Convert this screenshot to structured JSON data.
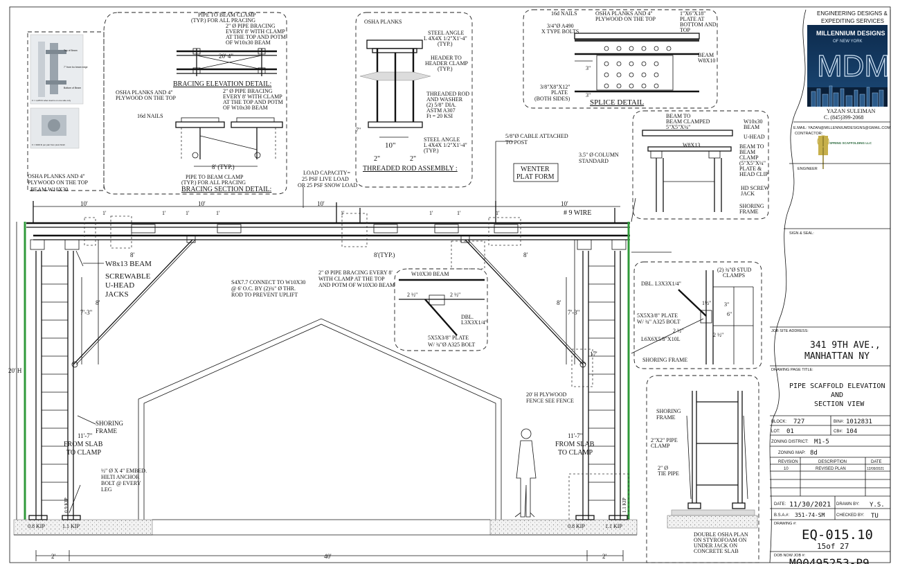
{
  "details": {
    "bracing_elevation": {
      "note_top": [
        "PIPE TO BEAM CLAMP",
        "(TYP.) FOR ALL PRACING"
      ],
      "note_right": [
        "2\" Ø PIPE BRACING",
        "EVERY 8' WITH CLAMP",
        "AT THE TOP AND POTM",
        "OF W10x30 BEAM"
      ],
      "dim": "20' 4\"",
      "title": "BRACING ELEVATION DETAIL:"
    },
    "bracing_section": {
      "note_left": [
        "OSHA PLANKS AND 4\"",
        "PLYWOOD ON THE TOP"
      ],
      "note_right": [
        "2\" Ø PIPE BRACING",
        "EVERY 8' WITH CLAMP",
        "AT THE TOP AND POTM",
        "OF W10x30 BEAM"
      ],
      "nails": "16d NAILS",
      "dim": "8' (TYP.)",
      "note_bottom": [
        "PIPE TO BEAM CLAMP",
        "(TYP.) FOR ALL PRACING"
      ],
      "title": "BRACING SECTION DETAIL:"
    },
    "threaded_rod": {
      "planks": "OSHA PLANKS",
      "angle_top": [
        "STEEL ANGLE",
        "L 4X4X 1/2\"X1'-4\"",
        "(TYP.)"
      ],
      "header": [
        "HEADER TO",
        "HEADER CLAMP",
        "(TYP.)"
      ],
      "rod": [
        "THREADED ROD",
        "AND WASHER",
        "(2) 5/8\" DIA.",
        "ASTM A307",
        "Ft = 20 KSI"
      ],
      "angle_bottom": [
        "STEEL ANGLE",
        "L 4X4X 1/2\"X1'-4\"",
        "(TYP.)"
      ],
      "dims": [
        "10\"",
        "2\"",
        "2\"",
        "7\""
      ],
      "title": "THREADED ROD ASSEMBLY :"
    },
    "splice": {
      "nails": "16d NAILS",
      "bolts": [
        "3/4\"Ø A490",
        "X TYPE BOLTS"
      ],
      "planks": [
        "OSHA PLANKS AND 4\"",
        "PLYWOOD ON THE TOP"
      ],
      "plate_top": [
        "1\"X6\"X18\"",
        "PLATE AT",
        "BOTTOM AND",
        "TOP"
      ],
      "beam": [
        "BEAM",
        "W8X10"
      ],
      "plate_side": [
        "3/8\"X8\"X12\"",
        "PLATE",
        "(BOTH SIDES)"
      ],
      "dims": [
        "3\"",
        "3\""
      ],
      "title": "SPLICE DETAIL"
    },
    "beam_clamp": {
      "top": [
        "BEAM TO",
        "BEAM CLAMPED",
        "5\"X5\"X¼\""
      ],
      "w10": [
        "W10x30",
        "BEAM"
      ],
      "w8": "W8X13",
      "clamp": [
        "BEAM TO",
        "BEAM",
        "CLAMP",
        "(5\"X5\"X¼\"",
        "PLATE &",
        "HEAD CLIP"
      ],
      "uhead": "U-HEAD",
      "jack": [
        "HD SCREW",
        "JACK"
      ],
      "shoring": [
        "SHORING",
        "FRAME"
      ]
    },
    "brace_connection": {
      "beam": "W10X30 BEAM",
      "dbl": [
        "DBL.",
        "L3X3X1/4\""
      ],
      "plate": [
        "5X5X3/8\" PLATE",
        "W/ ¾\"Ø A325 BOLT"
      ],
      "dims": [
        "2 ½\"",
        "2 ½\""
      ]
    },
    "stud_clamp": {
      "studs": [
        "(2) ¾\"Ø STUD",
        "CLAMPS"
      ],
      "dbl": "DBL. L3X3X1/4\"",
      "plate": [
        "5X5X3/8\" PLATE",
        "W/ ¾\" A325 BOLT"
      ],
      "angle": "L6X6X5/8\"X10L",
      "dims": [
        "3\"",
        "2 ½\"",
        "2 ½\"",
        "1½\"",
        "6\""
      ],
      "shoring": "SHORING FRAME"
    },
    "footing": {
      "shoring": [
        "SHORING",
        "FRAME"
      ],
      "clamp": [
        "2\"X2\" PIPE",
        "CLAMP"
      ],
      "tie": [
        "2\" Ø",
        "TIE PIPE"
      ],
      "double": [
        "DOUBLE OSHA PLAN",
        "ON STYROFOAM ON",
        "UNDER JACK ON",
        "CONCRETE SLAB"
      ]
    }
  },
  "elevation": {
    "top_left_note": [
      "OSHA PLANKS AND 4\"",
      "PLYWOOD ON THE TOP",
      "BEAM W10X30"
    ],
    "load": [
      "LOAD CAPACITY=",
      "25 PSF LIVE LOAD",
      "OR 25 PSF SNOW LOAD"
    ],
    "cable": [
      "5/8\"Ø CABLE ATTACHED",
      "TO POST"
    ],
    "column": [
      "3.5\" Ø COLUMN",
      "STANDARD"
    ],
    "winter": [
      "WENTER",
      "PLAT FORM"
    ],
    "wire": "# 9 WIRE",
    "spans": [
      "10'",
      "10'",
      "10'",
      "10'"
    ],
    "small_dims": [
      "1'",
      "1'",
      "1'",
      "1'",
      "1'",
      "1'",
      "1'",
      "1'"
    ],
    "dim_8": "8'",
    "dim_8typ": "8'(TYP.)",
    "w8": "W8x13  BEAM",
    "uhead": [
      "SCREWABLE",
      "U-HEAD",
      "JACKS"
    ],
    "s4": [
      "S4X7.7 CONNECT TO W10X30",
      "@ 6' O.C. BY (2)¾\" Ø THR.",
      "ROD TO PREVENT UPLIFT"
    ],
    "pipe_brace": [
      "2\" Ø PIPE BRACING EVERY 8'",
      "WITH CLAMP  AT THE TOP",
      "AND POTM OF W10X30 BEAM"
    ],
    "h7_3_left": "7'-3\"",
    "h8_left": "8'",
    "h7_3_right": "7'-3\"",
    "h8_right": "8'",
    "h17": "17'",
    "h20": "20' H",
    "shoring_left": [
      "SHORING",
      "FRAME"
    ],
    "slab_left": [
      "11'-7\"",
      "FROM SLAB",
      "TO CLAMP"
    ],
    "slab_right": [
      "11'-7\"",
      "FROM SLAB",
      "TO CLAMP"
    ],
    "anchor": [
      "½\" Ø X 4\" EMBED.",
      "HILTI ANCHOR",
      "BOLT @ EVERY",
      "LEG"
    ],
    "plywood": [
      "20' H PLYWOOD",
      "FENCE SEE FENCE"
    ],
    "kips": [
      "0.8 KIP",
      "1.1 KIP",
      "0.8 KIP",
      "1.1 KIP"
    ],
    "vert_kips": [
      "0.9 KIP",
      "1.1 KIP"
    ],
    "bottom_dims": [
      "2'",
      "40'",
      "2'"
    ]
  },
  "title_block": {
    "company_top": [
      "ENGINEERING DESIGNS &",
      "EXPEDITING SERVICES"
    ],
    "logo_name": "MILLENNIUM DESIGNS",
    "logo_sub": "OF NEW YORK",
    "logo_mark": "MDM",
    "person": "YAZAN SULEIMAN",
    "phone": "C. (845)399-2068",
    "email": "E.MAIL: YAZAN@MILLENNIUMDESIGNS@GMAIL.COM",
    "contractor_label": "CONTRACTOR:",
    "contractor_name": "SPRING SCAFFOLDING LLC",
    "engineer_label": "ENGINEER",
    "sign_label": "SIGN & SEAL:",
    "job_label": "JOB SITE ADDRESS:",
    "address": [
      "341 9TH AVE.,",
      "MANHATTAN NY"
    ],
    "page_title_label": "DRAWING PAGE TITLE:",
    "page_title": [
      "PIPE SCAFFOLD ELEVATION",
      "AND",
      "SECTION VIEW"
    ],
    "block_label": "BLOCK:",
    "block": "727",
    "bin_label": "BIN#:",
    "bin": "1012831",
    "lot_label": "LOT:",
    "lot": "01",
    "cb_label": "CB#:",
    "cb": "104",
    "zoning_label": "ZONING DISTRICT:",
    "zoning": "M1-5",
    "map_label": "ZONING MAP:",
    "map": "8d",
    "rev_headers": [
      "REVISION",
      "DESCRIPTION",
      "DATE"
    ],
    "rev_row": [
      "10",
      "REVISED PLAN",
      "12/09/2021"
    ],
    "date_label": "DATE:",
    "date": "11/30/2021",
    "drawn_label": "DRAWN BY:",
    "drawn": "Y.S.",
    "bsa_label": "B.S.A.#:",
    "bsa": "351-74-SM",
    "checked_label": "CHECKED BY:",
    "checked": "TU",
    "drawing_label": "DRAWING #:",
    "drawing": "EQ-015.10",
    "sheet": "15of 27",
    "dob_label": "DOB NOW JOB #:",
    "dob": "M00495253-P9"
  },
  "photo_labels": [
    "Top of Beam",
    "7\" from bo beam edge",
    "Bottom of Beam",
    "F = 1,225 lb when load is on one side only",
    "F = 3400 lb per pair from pivot finish"
  ]
}
